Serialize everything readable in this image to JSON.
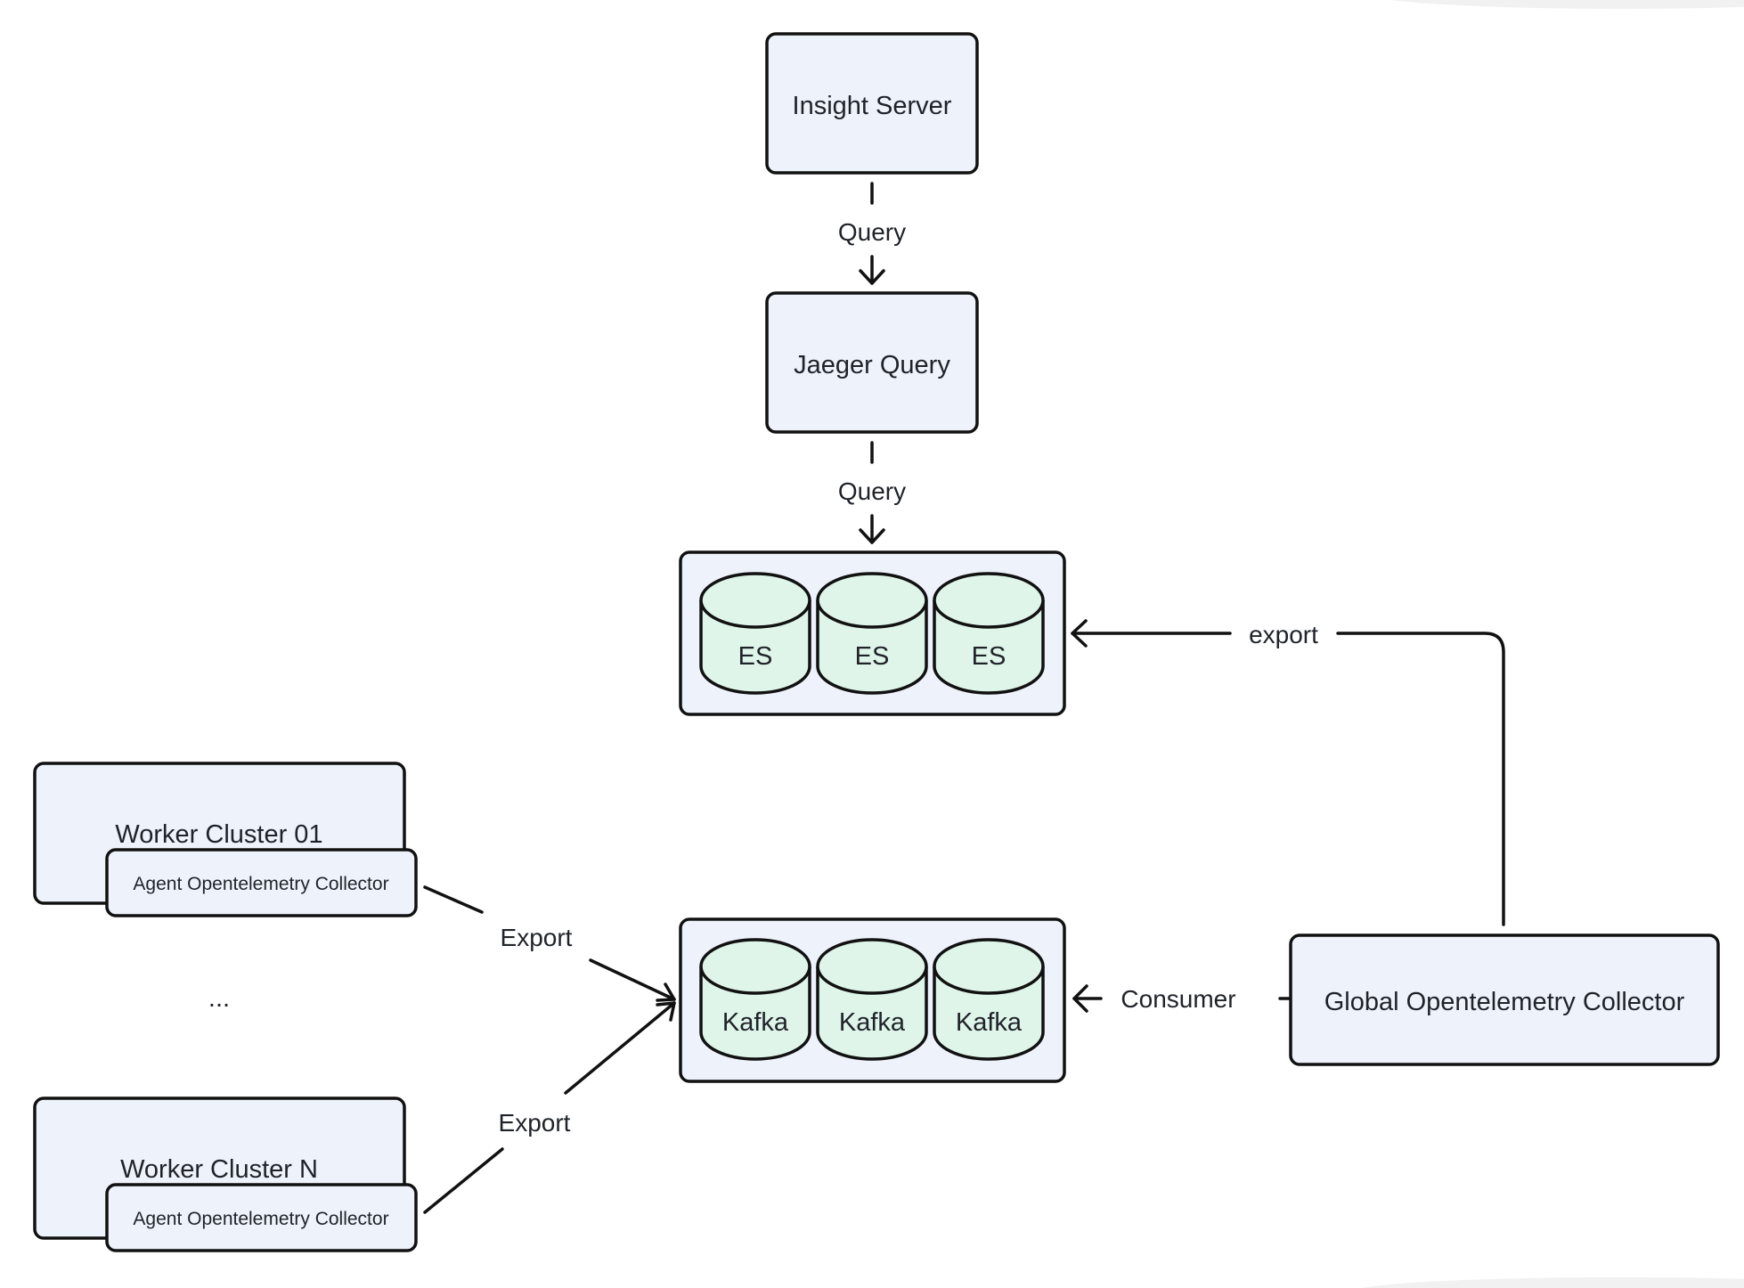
{
  "nodes": {
    "insight_server": "Insight Server",
    "jaeger_query": "Jaeger Query",
    "es": [
      "ES",
      "ES",
      "ES"
    ],
    "kafka": [
      "Kafka",
      "Kafka",
      "Kafka"
    ],
    "worker_cluster_01": "Worker Cluster 01",
    "worker_cluster_n": "Worker Cluster N",
    "agent_collector_01": "Agent Opentelemetry Collector",
    "agent_collector_n": "Agent Opentelemetry Collector",
    "ellipsis": "...",
    "global_collector": "Global Opentelemetry Collector"
  },
  "edges": {
    "query_1": "Query",
    "query_2": "Query",
    "export_es": "export",
    "export_01": "Export",
    "export_n": "Export",
    "consumer": "Consumer"
  },
  "colors": {
    "box_fill": "#eef2fb",
    "cylinder_fill": "#dff5ea",
    "stroke": "#111111",
    "text": "#1f2329"
  }
}
